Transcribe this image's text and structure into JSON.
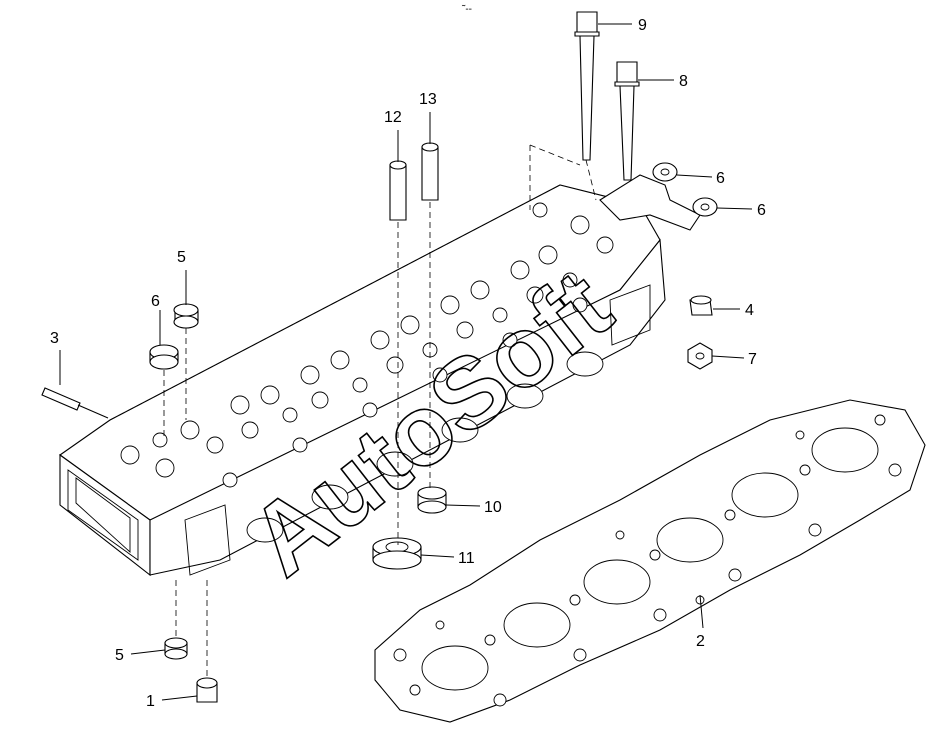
{
  "diagram": {
    "watermark": "AutoSoft",
    "top_mark": "˜--",
    "callouts": {
      "c1": "1",
      "c2": "2",
      "c3": "3",
      "c4": "4",
      "c5a": "5",
      "c5b": "5",
      "c6a": "6",
      "c6b": "6",
      "c6c": "6",
      "c7": "7",
      "c8": "8",
      "c9": "9",
      "c10": "10",
      "c11": "11",
      "c12": "12",
      "c13": "13"
    }
  }
}
